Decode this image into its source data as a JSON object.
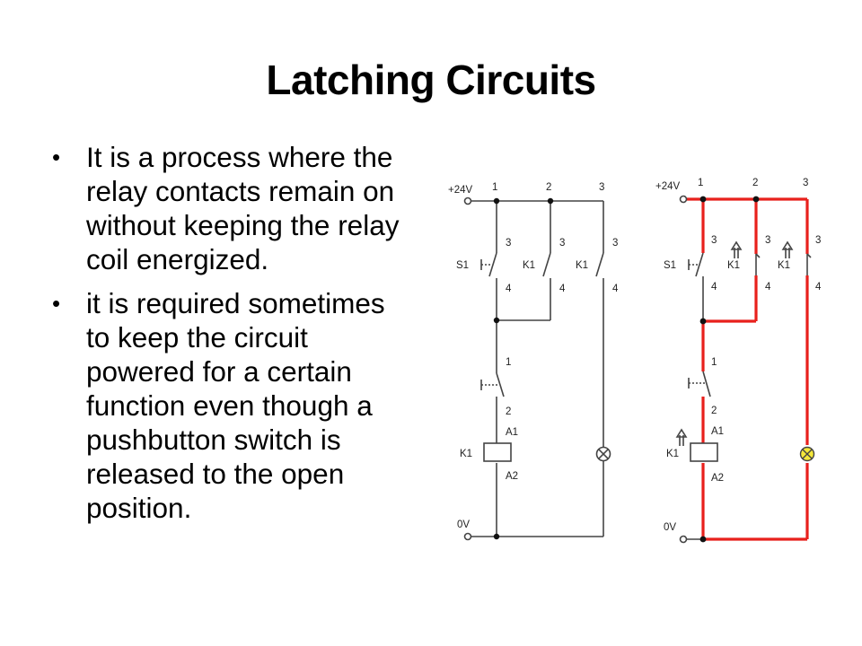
{
  "slide": {
    "title": "Latching Circuits",
    "bullets": [
      "It is a process where the relay contacts remain on without keeping the relay coil energized.",
      "it is required sometimes to keep the circuit powered for a certain function even though a pushbutton switch is released to the open position."
    ]
  },
  "diagram": {
    "wire_color": "#444444",
    "energized_color": "#e8201c",
    "lamp_on_color": "#f5e83a",
    "left_circuit": {
      "supply_label": "+24V",
      "ground_label": "0V",
      "column_labels": [
        "1",
        "2",
        "3"
      ],
      "contact_pins": [
        "3",
        "4",
        "3",
        "4",
        "3",
        "4"
      ],
      "switch_labels": [
        "S1",
        "K1",
        "K1"
      ],
      "stop_switch_pins": [
        "1",
        "2"
      ],
      "coil_label": "K1",
      "coil_pins": [
        "A1",
        "A2"
      ]
    },
    "right_circuit": {
      "supply_label": "+24V",
      "ground_label": "0V",
      "column_labels": [
        "1",
        "2",
        "3"
      ],
      "contact_pins": [
        "3",
        "4",
        "3",
        "4",
        "3",
        "4"
      ],
      "switch_labels": [
        "S1",
        "K1",
        "K1"
      ],
      "stop_switch_pins": [
        "1",
        "2"
      ],
      "coil_label": "K1",
      "coil_pins": [
        "A1",
        "A2"
      ]
    }
  }
}
